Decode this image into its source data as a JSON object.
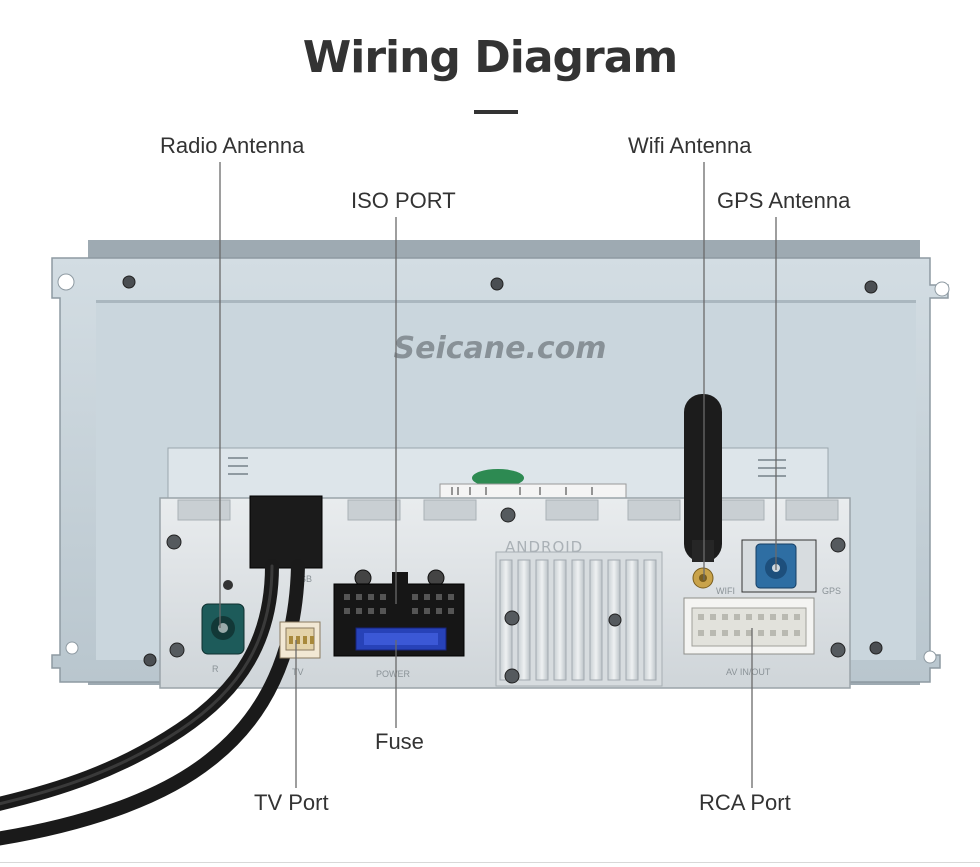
{
  "header": {
    "title": "Wiring Diagram"
  },
  "watermark": "Seicane.com",
  "callouts": {
    "radio_antenna": "Radio Antenna",
    "iso_port": "ISO PORT",
    "wifi_antenna": "Wifi Antenna",
    "gps_antenna": "GPS Antenna",
    "fuse": "Fuse",
    "tv_port": "TV Port",
    "rca_port": "RCA Port"
  },
  "panel_markings": {
    "android": "ANDROID",
    "power": "POWER",
    "av_in_out": "AV IN/OUT",
    "gps": "GPS",
    "wifi": "WIFI",
    "tv": "TV",
    "usb": "SB",
    "radio": "R"
  },
  "colors": {
    "title": "#333333",
    "chassis": "#c7d3da",
    "plate": "#dfe3e6",
    "gps_connector": "#2e6ea3",
    "fuse": "#2742b8",
    "antenna": "#1c1c1c",
    "cable": "#1a1a1a"
  }
}
